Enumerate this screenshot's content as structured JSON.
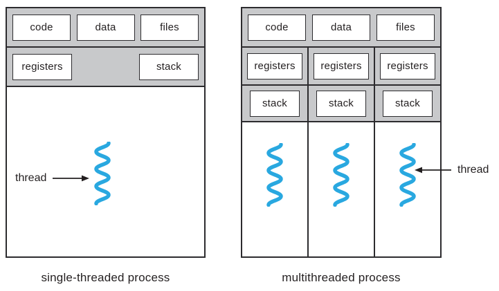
{
  "diagram": {
    "left_panel": {
      "caption": "single-threaded process",
      "shared": [
        "code",
        "data",
        "files"
      ],
      "registers": "registers",
      "stack": "stack",
      "thread_label": "thread"
    },
    "right_panel": {
      "caption": "multithreaded process",
      "shared": [
        "code",
        "data",
        "files"
      ],
      "columns": [
        {
          "registers": "registers",
          "stack": "stack"
        },
        {
          "registers": "registers",
          "stack": "stack"
        },
        {
          "registers": "registers",
          "stack": "stack"
        }
      ],
      "thread_label": "thread"
    },
    "colors": {
      "panel_gray": "#c8c9cb",
      "line_dark": "#2c2b2e",
      "thread_blue": "#29a8e0"
    }
  }
}
